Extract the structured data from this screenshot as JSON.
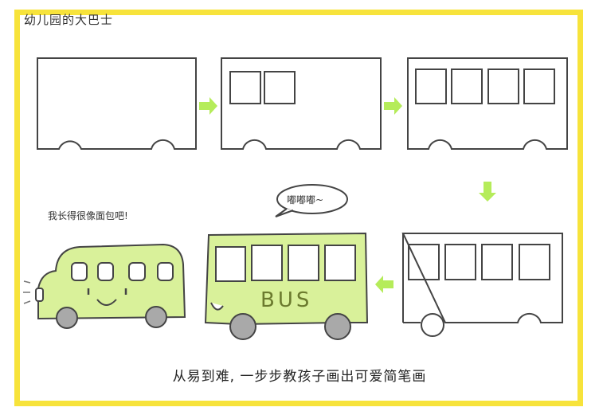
{
  "title": "幼儿园的大巴士",
  "speech_left": "我长得很像面包吧!",
  "speech_bubble": "嘟嘟嘟~",
  "bus_label": "BUS",
  "caption": "从易到难, 一步步教孩子画出可爱简笔画",
  "colors": {
    "frame": "#f7e33b",
    "bus_fill": "#d9f19a",
    "arrow": "#b5ec5a",
    "line": "#444444",
    "wheel": "#a9a9a9"
  }
}
